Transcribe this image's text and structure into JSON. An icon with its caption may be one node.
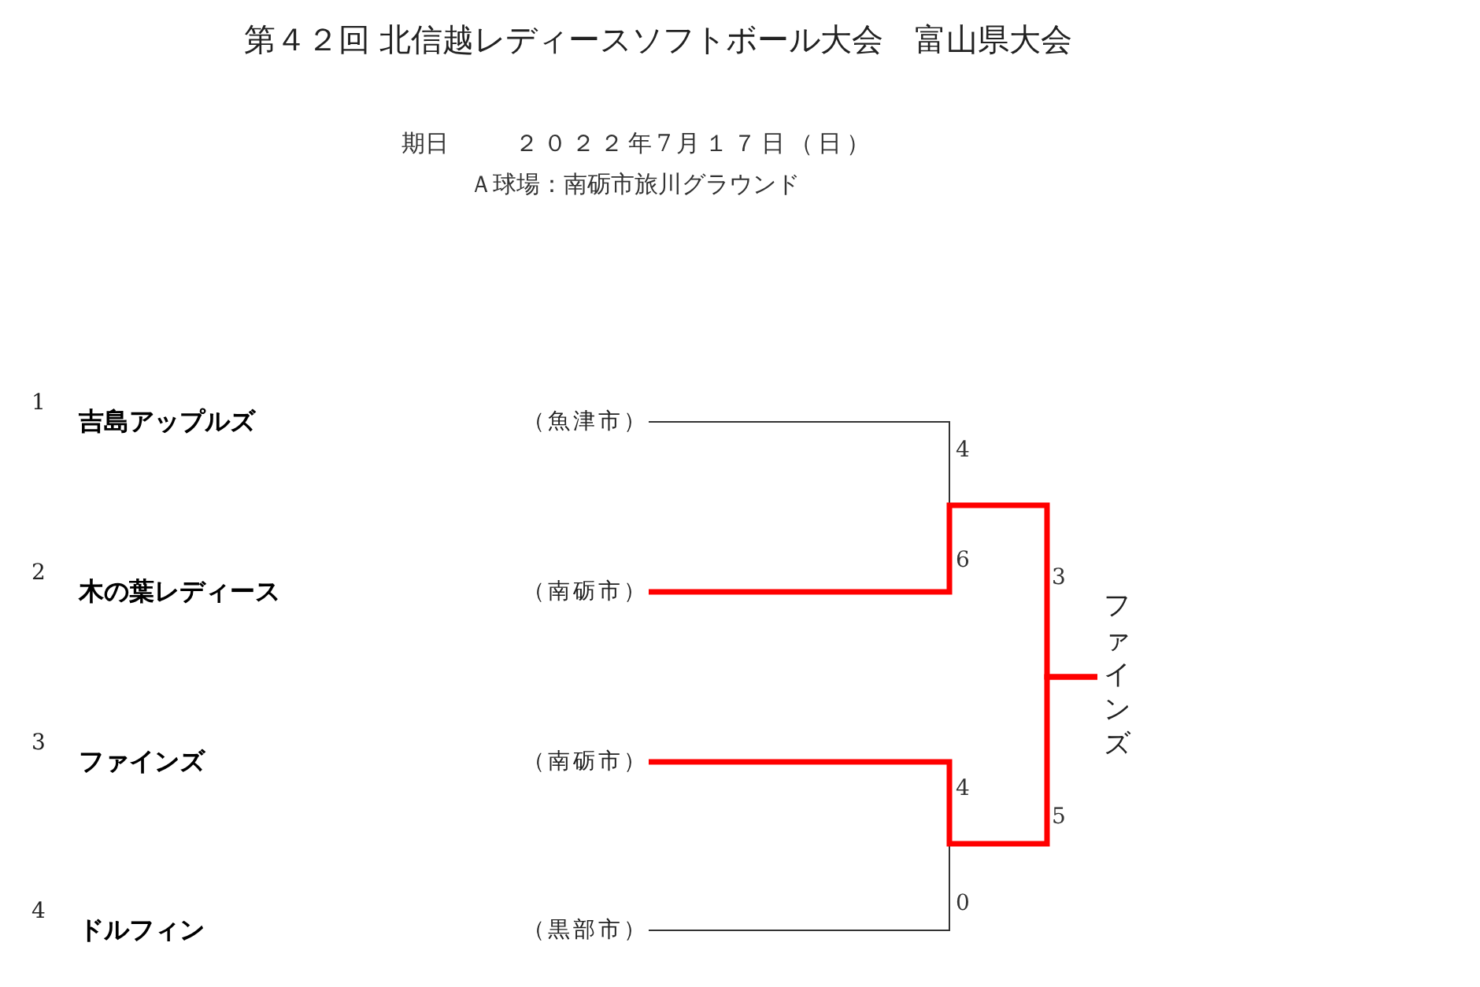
{
  "diagram": {
    "title": "第４２回 北信越レディースソフトボール大会　富山県大会",
    "nodes": [
      {
        "text": [
          "吉島アップルズ",
          "（魚津市）"
        ],
        "beside": [
          "1"
        ]
      },
      {
        "text": [
          "木の葉レディース",
          "（南砺市）"
        ],
        "beside": [
          "2"
        ]
      },
      {
        "text": [
          "ファインズ",
          "（南砺市）"
        ],
        "beside": [
          "3"
        ]
      },
      {
        "text": [
          "ドルフィン",
          "（黒部市）"
        ],
        "beside": [
          "4"
        ]
      },
      {
        "text": [
          "ファインズ"
        ]
      }
    ],
    "edges": [
      {
        "from": 0,
        "to": 4,
        "arrow": "none"
      },
      {
        "from": 1,
        "to": 4,
        "arrow": "none",
        "style": "thick",
        "color": "#ff0000"
      },
      {
        "from": 2,
        "to": 4,
        "arrow": "none",
        "style": "thick",
        "color": "#ff0000"
      },
      {
        "from": 3,
        "to": 4,
        "arrow": "none"
      }
    ],
    "labels": [
      "期日",
      "２０２２年7月１７日（日）",
      "Ａ球場：南砺市旅川グラウンド",
      "4",
      "6",
      "3",
      "4",
      "5",
      "0"
    ]
  }
}
